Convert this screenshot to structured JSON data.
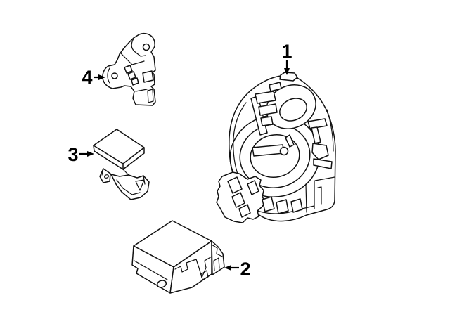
{
  "diagram": {
    "background_color": "#ffffff",
    "line_color": "#111111",
    "callouts": [
      {
        "number": "1",
        "target_part": "clock-spring",
        "arrow_direction": "down"
      },
      {
        "number": "2",
        "target_part": "airbag-control-module",
        "arrow_direction": "left"
      },
      {
        "number": "3",
        "target_part": "impact-sensor-bracket",
        "arrow_direction": "right"
      },
      {
        "number": "4",
        "target_part": "impact-sensor",
        "arrow_direction": "right"
      }
    ]
  }
}
